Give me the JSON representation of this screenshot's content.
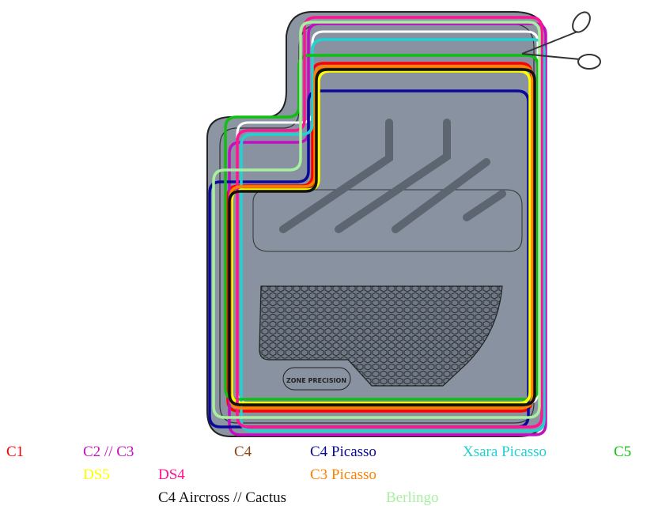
{
  "logo_text": "ZONE PRECISION",
  "legend": [
    {
      "label": "C1",
      "color": "#ff0000"
    },
    {
      "label": "C2  // C3",
      "color": "#c010c0"
    },
    {
      "label": "C4",
      "color": "#8b4513"
    },
    {
      "label": "C4 Picasso",
      "color": "#0a0a9a"
    },
    {
      "label": "Xsara Picasso",
      "color": "#22d2d2"
    },
    {
      "label": "C5",
      "color": "#10c010"
    },
    {
      "label": "DS5",
      "color": "#ffff00"
    },
    {
      "label": "DS4",
      "color": "#ff1493"
    },
    {
      "label": "C3 Picasso",
      "color": "#ff8000"
    },
    {
      "label": "C4 Aircross // Cactus",
      "color": "#111111"
    },
    {
      "label": "Berlingo",
      "color": "#a8f0a0"
    }
  ]
}
